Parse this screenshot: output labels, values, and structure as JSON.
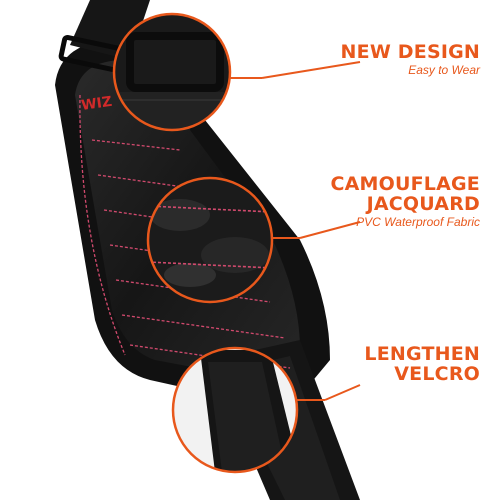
{
  "brand_mark": "WIZ",
  "colors": {
    "accent": "#e8581c",
    "strap_black": "#141414",
    "stitch_pink": "#d24a6e",
    "background": "#ffffff"
  },
  "features": [
    {
      "title_lines": [
        "NEW DESIGN"
      ],
      "subtitle": "Easy to Wear"
    },
    {
      "title_lines": [
        "CAMOUFLAGE",
        "JACQUARD"
      ],
      "subtitle": "PVC Waterproof Fabric"
    },
    {
      "title_lines": [
        "LENGTHEN",
        "VELCRO"
      ],
      "subtitle": ""
    }
  ]
}
